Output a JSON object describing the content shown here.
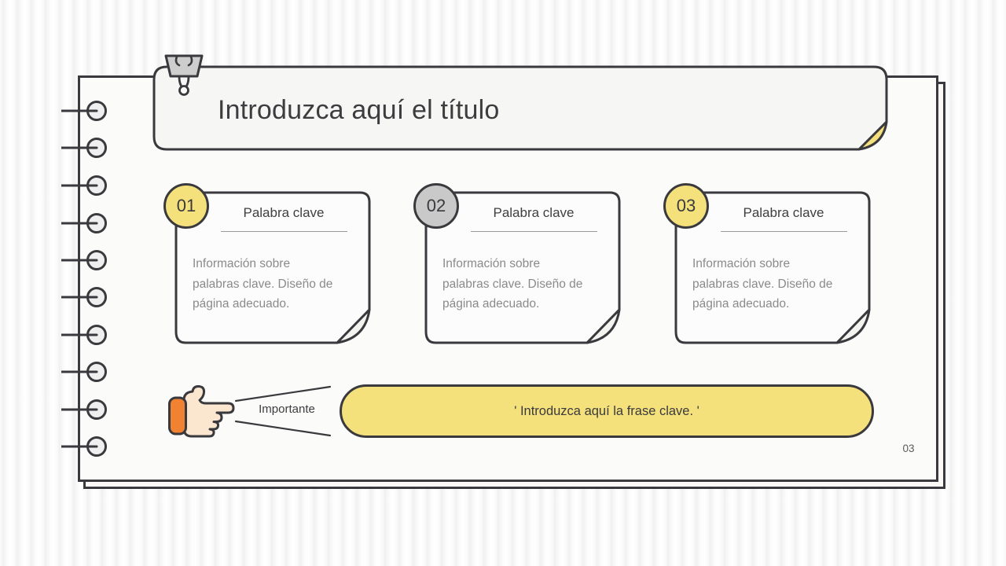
{
  "slide": {
    "title": "Introduzca aquí el título",
    "page_number": "03"
  },
  "cards": [
    {
      "number": "01",
      "heading": "Palabra clave",
      "body_lines": [
        "Información sobre",
        "palabras clave. Diseño de",
        "página adecuado."
      ],
      "badge_color": "#f5e17c"
    },
    {
      "number": "02",
      "heading": "Palabra clave",
      "body_lines": [
        "Información sobre",
        "palabras clave. Diseño de",
        "página adecuado."
      ],
      "badge_color": "#c9c9c9"
    },
    {
      "number": "03",
      "heading": "Palabra clave",
      "body_lines": [
        "Información sobre",
        "palabras clave. Diseño de",
        "página adecuado."
      ],
      "badge_color": "#f5e17c"
    }
  ],
  "callout": {
    "label": "Importante",
    "phrase": "' Introduzca aquí la frase clave. '"
  },
  "icons": {
    "binder_clip": "binder-clip-icon",
    "pointing_hand": "pointing-hand-icon",
    "spiral_rings": "notebook-ring-icon"
  },
  "colors": {
    "accent_yellow": "#f5e17c",
    "badge_grey": "#c9c9c9",
    "outline_dark": "#3a3a3e",
    "accent_orange": "#f08232",
    "page_background": "#fbfbfa"
  }
}
